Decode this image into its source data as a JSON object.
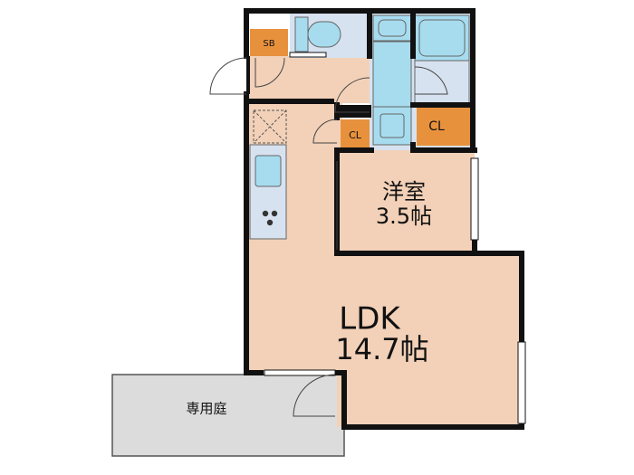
{
  "rooms": {
    "ldk": {
      "name": "LDK",
      "size": "14.7帖"
    },
    "western": {
      "name": "洋室",
      "size": "3.5帖"
    },
    "garden": {
      "name": "専用庭"
    }
  },
  "storage": {
    "shoe_box": "SB",
    "closet_small": "CL",
    "closet_bath": "CL"
  },
  "colors": {
    "floor": "#f2d1b8",
    "wet_area": "#d7e2f0",
    "fixture": "#a7dcef",
    "storage": "#e8913d",
    "garden": "#dcdcdc",
    "wall": "#111111"
  }
}
